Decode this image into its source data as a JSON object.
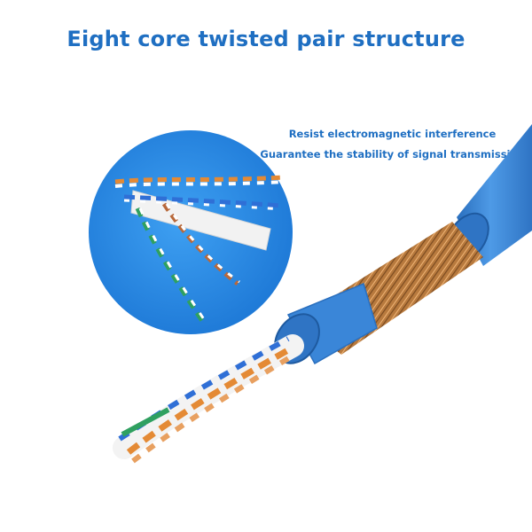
{
  "header": {
    "title": "Eight core twisted pair structure"
  },
  "annotation": {
    "text": "Resist electromagnetic interference Guarantee the stability of signal transmission"
  },
  "illustration": {
    "subject": "cable-cutaway",
    "detail_subject": "inner-twisted-pairs",
    "colors": {
      "jacket": "#3f8ee0",
      "jacket_dark": "#2a6fbe",
      "shield": "#c88a4a",
      "copper": "#e48a35",
      "pair_blue": "#2f6fd6",
      "pair_green": "#2fa060",
      "brand_blue": "#1f6fc2",
      "circle_bg": "#2b8ce6"
    }
  }
}
